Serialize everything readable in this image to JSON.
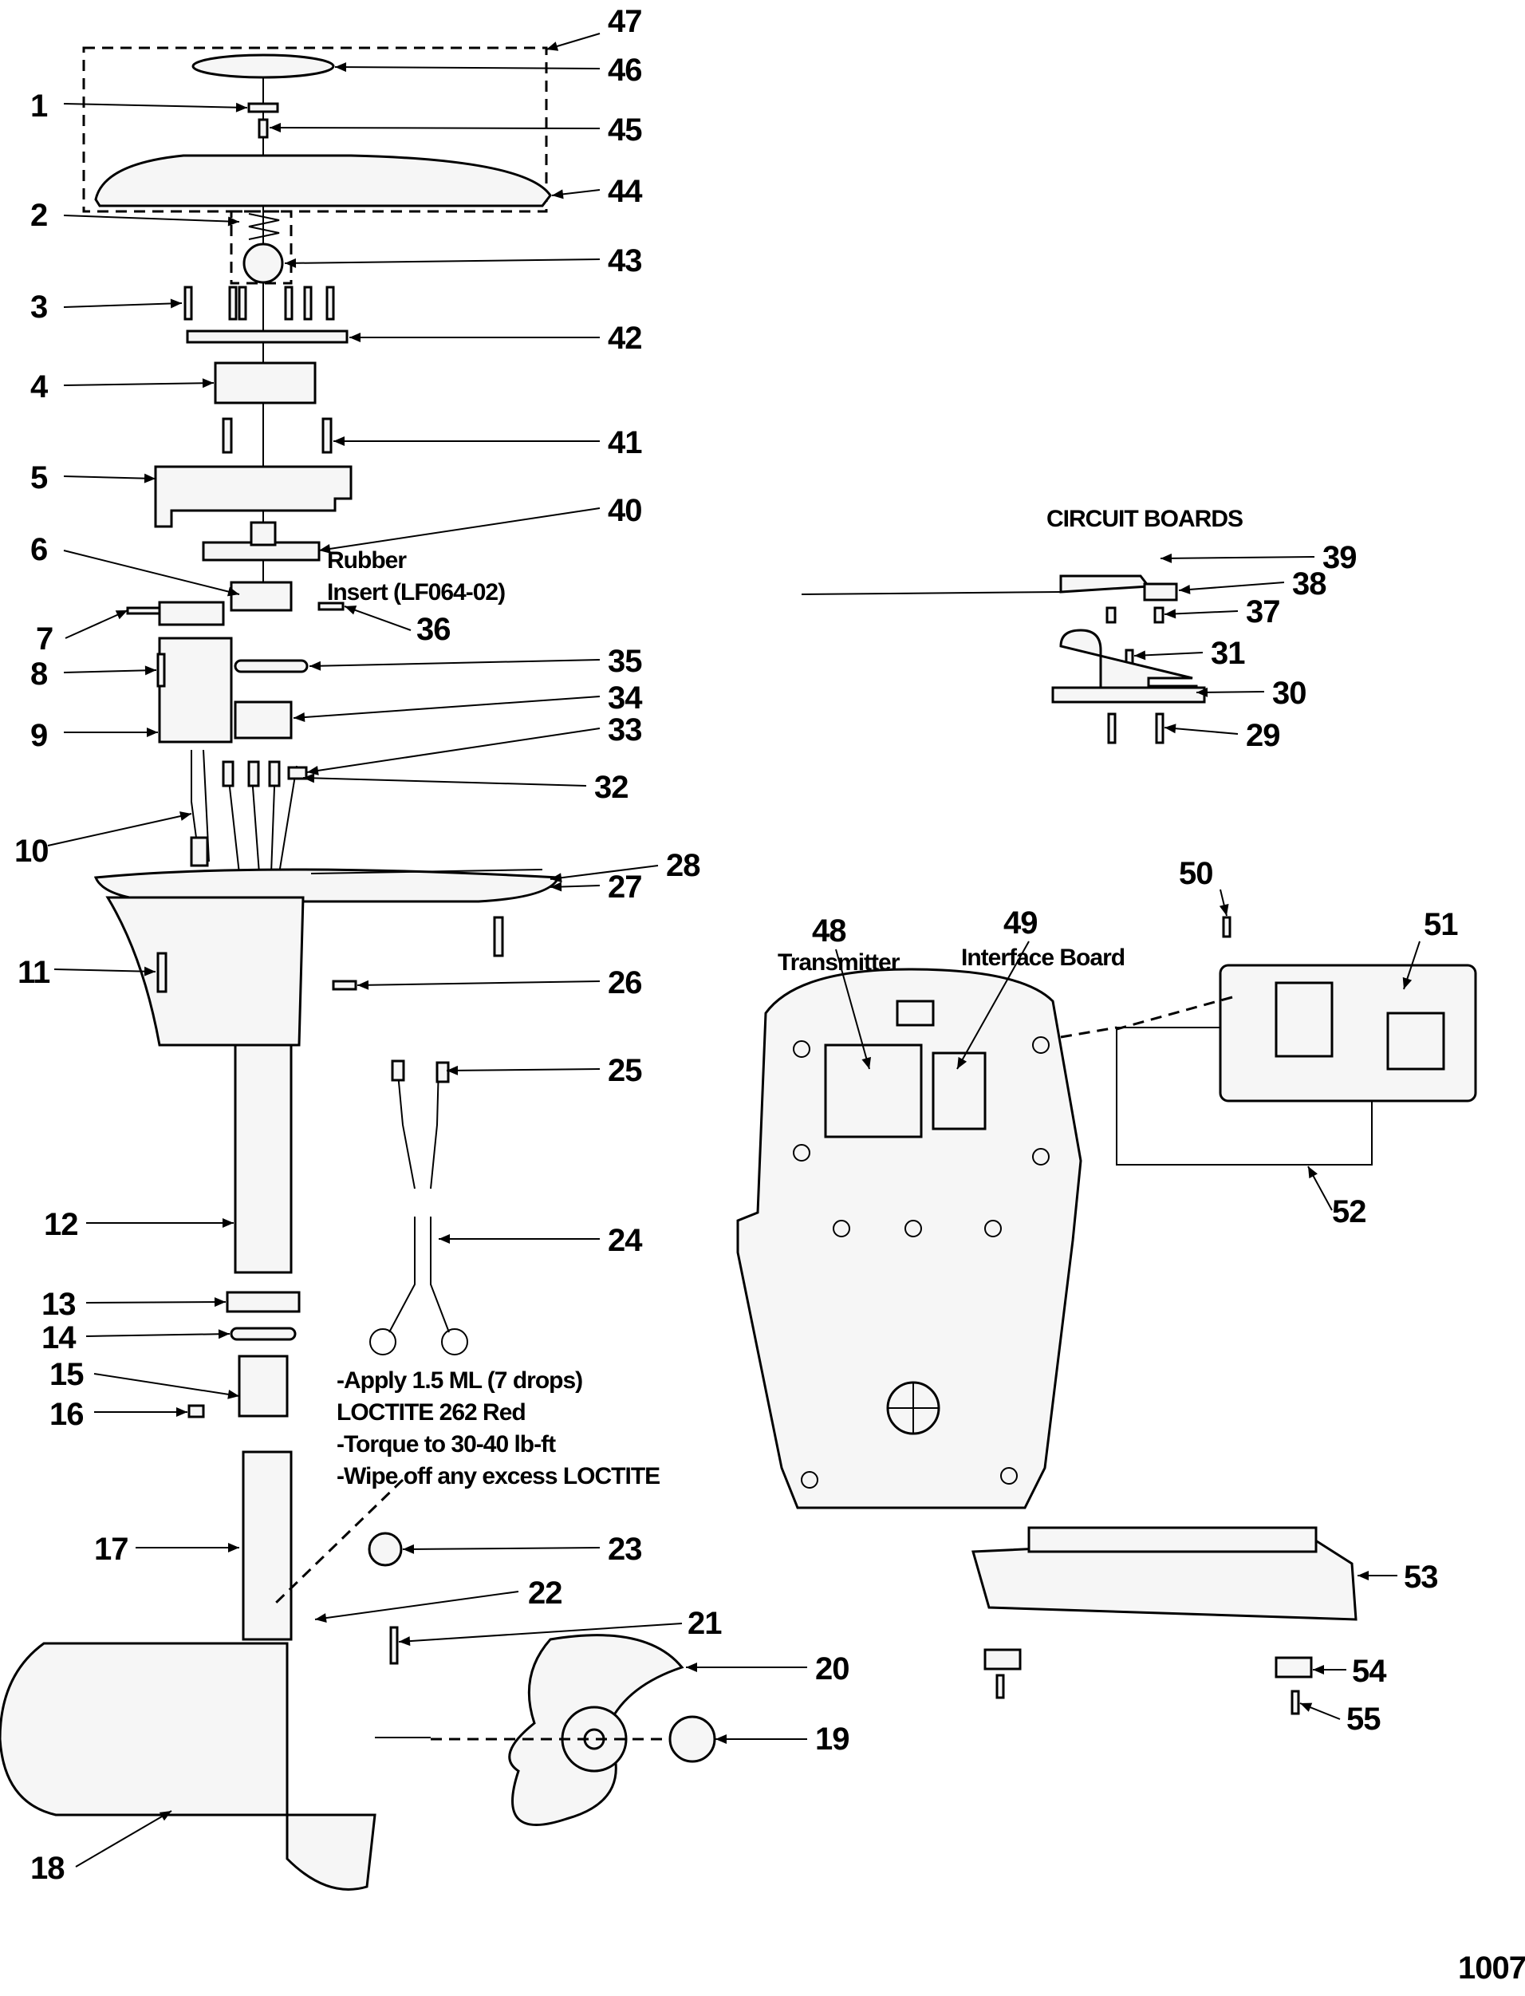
{
  "callouts": [
    {
      "n": "1"
    },
    {
      "n": "2"
    },
    {
      "n": "3"
    },
    {
      "n": "4"
    },
    {
      "n": "5"
    },
    {
      "n": "6"
    },
    {
      "n": "7"
    },
    {
      "n": "8"
    },
    {
      "n": "9"
    },
    {
      "n": "10"
    },
    {
      "n": "11"
    },
    {
      "n": "12"
    },
    {
      "n": "13"
    },
    {
      "n": "14"
    },
    {
      "n": "15"
    },
    {
      "n": "16"
    },
    {
      "n": "17"
    },
    {
      "n": "18"
    },
    {
      "n": "19"
    },
    {
      "n": "20"
    },
    {
      "n": "21"
    },
    {
      "n": "22"
    },
    {
      "n": "23"
    },
    {
      "n": "24"
    },
    {
      "n": "25"
    },
    {
      "n": "26"
    },
    {
      "n": "27"
    },
    {
      "n": "28"
    },
    {
      "n": "29"
    },
    {
      "n": "30"
    },
    {
      "n": "31"
    },
    {
      "n": "32"
    },
    {
      "n": "33"
    },
    {
      "n": "34"
    },
    {
      "n": "35"
    },
    {
      "n": "36"
    },
    {
      "n": "37"
    },
    {
      "n": "38"
    },
    {
      "n": "39"
    },
    {
      "n": "40"
    },
    {
      "n": "41"
    },
    {
      "n": "42"
    },
    {
      "n": "43"
    },
    {
      "n": "44"
    },
    {
      "n": "45"
    },
    {
      "n": "46"
    },
    {
      "n": "47"
    },
    {
      "n": "48"
    },
    {
      "n": "49"
    },
    {
      "n": "50"
    },
    {
      "n": "51"
    },
    {
      "n": "52"
    },
    {
      "n": "53"
    },
    {
      "n": "54"
    },
    {
      "n": "55"
    }
  ],
  "labels": {
    "rubber_insert_line1": "Rubber",
    "rubber_insert_line2": "Insert (LF064-02)",
    "circuit_boards": "CIRCUIT BOARDS",
    "transmitter": "Transmitter",
    "interface_board": "Interface Board"
  },
  "note": {
    "line1": "-Apply 1.5 ML (7 drops)",
    "line2": "LOCTITE 262 Red",
    "line3": "-Torque to 30-40 lb-ft",
    "line4": "-Wipe off any excess LOCTITE"
  },
  "page_number": "1007"
}
